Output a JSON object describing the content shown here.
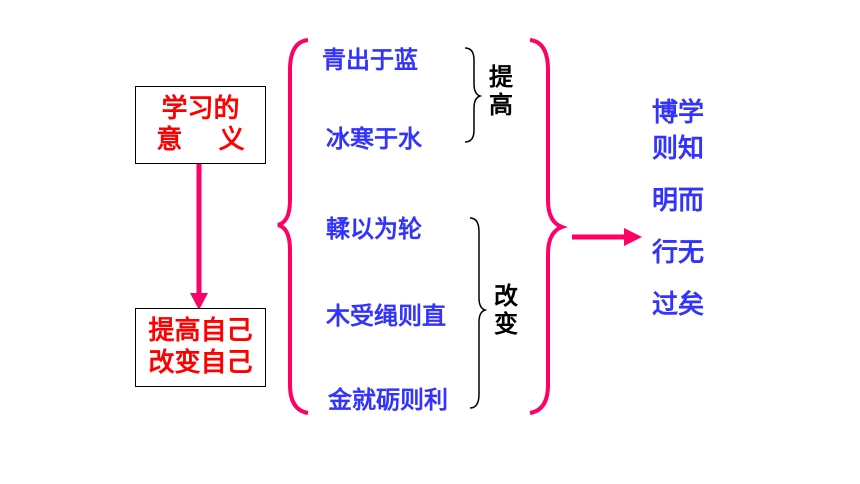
{
  "meaning_box": {
    "line1": "学习的",
    "line2": "意    义"
  },
  "goal_box": {
    "line1": "提高自己",
    "line2": "改变自己"
  },
  "quotes": [
    "青出于蓝",
    "冰寒于水",
    "輮以为轮",
    "木受绳则直",
    "金就砺则利"
  ],
  "group_tigao": {
    "c1": "提",
    "c2": "高"
  },
  "group_gaibian": {
    "c1": "改",
    "c2": "变"
  },
  "result": {
    "l1": "博学",
    "l2": "则知",
    "l3": "明而",
    "l4": "行无",
    "l5": "过矣"
  },
  "colors": {
    "red": "#ff0000",
    "pink": "#ff0066",
    "blue": "#3333ff",
    "black": "#000000"
  }
}
